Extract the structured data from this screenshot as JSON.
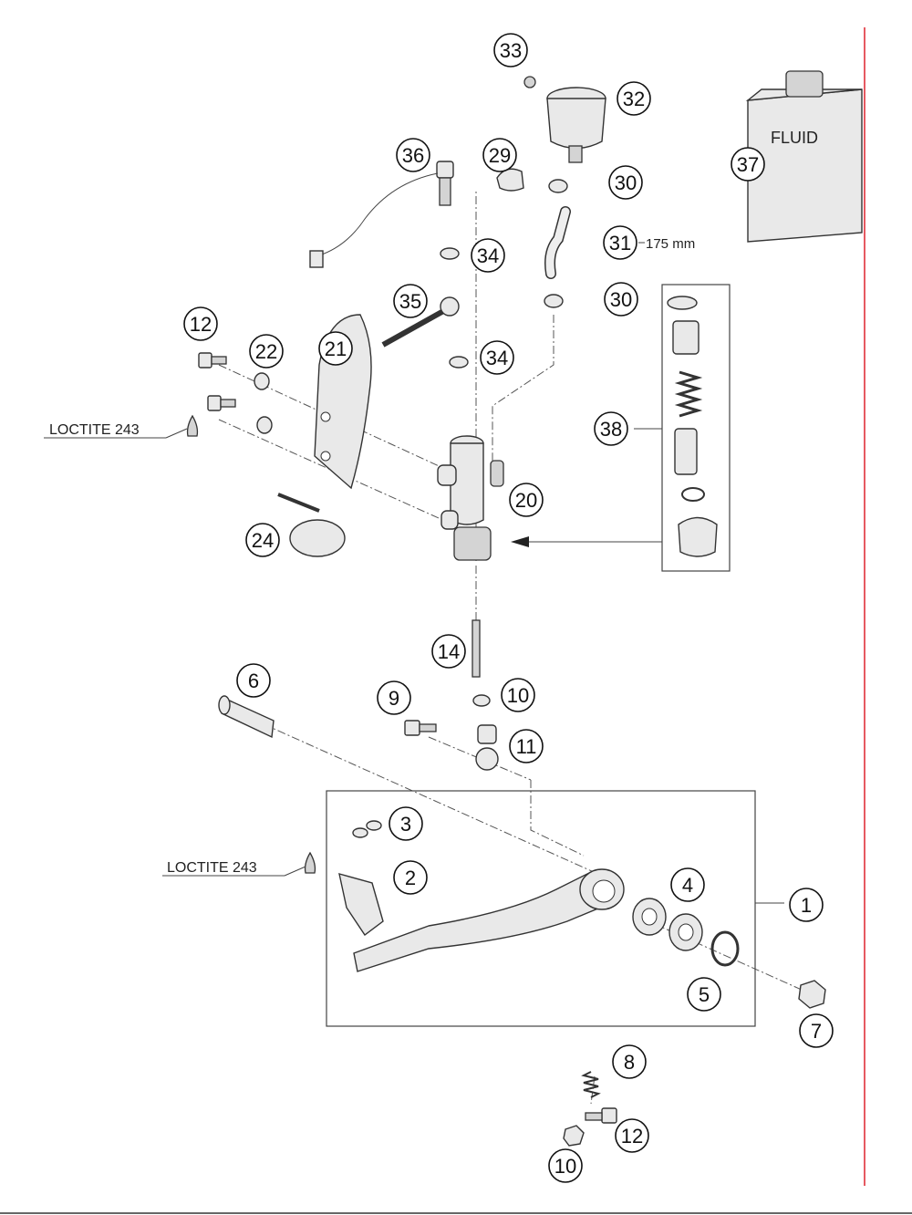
{
  "callouts": {
    "p1": "1",
    "p2": "2",
    "p3": "3",
    "p4": "4",
    "p5": "5",
    "p6": "6",
    "p7": "7",
    "p8": "8",
    "p9": "9",
    "p10a": "10",
    "p10b": "10",
    "p11": "11",
    "p12a": "12",
    "p12b": "12",
    "p14": "14",
    "p20": "20",
    "p21": "21",
    "p22": "22",
    "p24": "24",
    "p29": "29",
    "p30a": "30",
    "p30b": "30",
    "p31": "31",
    "p32": "32",
    "p33": "33",
    "p34a": "34",
    "p34b": "34",
    "p35": "35",
    "p36": "36",
    "p37": "37",
    "p38": "38"
  },
  "labels": {
    "fluid": "FLUID",
    "hose_length": "175 mm",
    "loctite_top": "LOCTITE 243",
    "loctite_bottom": "LOCTITE 243"
  },
  "colors": {
    "red_margin": "#e0303a",
    "ink": "#222222"
  }
}
